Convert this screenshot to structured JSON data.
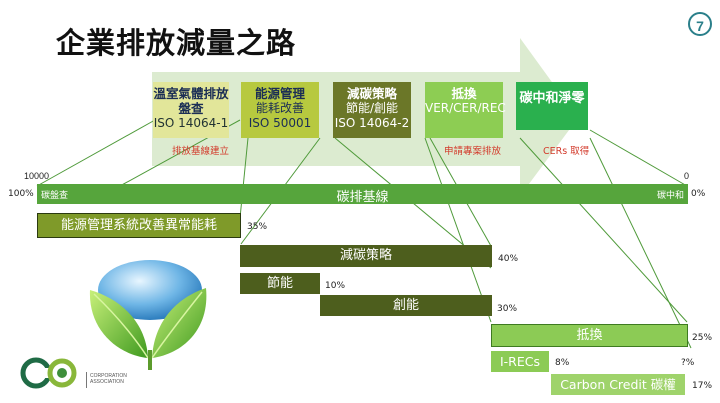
{
  "title": "企業排放減量之路",
  "page_number": "7",
  "colors": {
    "arrow": "#dcebd0",
    "stage1": "#e2e69a",
    "stage2": "#b7c93f",
    "stage3": "#6b7728",
    "stage4": "#8dcd53",
    "stage5": "#2ab04e",
    "baseline": "#56a53c",
    "energy": "#7f9a29",
    "strategy": "#4d5e1d",
    "offset": "#8ccb55",
    "carbon_credit": "#9fd36b",
    "red_text": "#d33b2c"
  },
  "stages": [
    {
      "title": "溫室氣體排放盤查",
      "sub": "ISO 14064-1"
    },
    {
      "title": "能源管理",
      "sub1": "能耗改善",
      "sub2": "ISO 50001"
    },
    {
      "title": "減碳策略",
      "sub1": "節能/創能",
      "sub2": "ISO 14064-2"
    },
    {
      "title": "抵換",
      "sub": "VER/CER/REC"
    },
    {
      "title": "碳中和淨零"
    }
  ],
  "stage_notes": [
    "排放基線建立",
    "申請專案排放",
    "CERs 取得"
  ],
  "baseline": {
    "left_value": "10000",
    "right_value": "0",
    "left_pct": "100%",
    "right_pct": "0%",
    "left_label": "碳盤查",
    "center_label": "碳排基線",
    "right_label": "碳中和"
  },
  "bars": {
    "energy": {
      "label": "能源管理系統改善異常能耗",
      "pct": "35%"
    },
    "strategy": {
      "label": "減碳策略",
      "pct": "40%"
    },
    "saving": {
      "label": "節能",
      "pct": "10%"
    },
    "creating": {
      "label": "創能",
      "pct": "30%"
    },
    "offset": {
      "label": "抵換",
      "pct": "25%"
    },
    "irecs": {
      "label": "I-RECs",
      "pct": "8%",
      "pct_right": "?%"
    },
    "carbon_credit": {
      "label": "Carbon Credit 碳權",
      "pct": "17%"
    }
  },
  "logo": {
    "mark": "CO",
    "line1": "CORPORATION",
    "line2": "ASSOCIATION"
  }
}
